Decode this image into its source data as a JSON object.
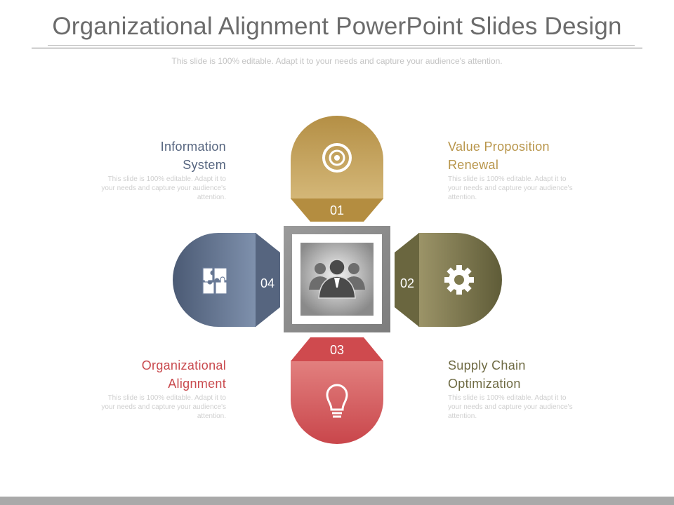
{
  "title": "Organizational Alignment PowerPoint Slides Design",
  "subtitle": "This slide is 100% editable. Adapt it to your needs and capture your audience's attention.",
  "items": [
    {
      "number": "01",
      "heading_line1": "Value Proposition",
      "heading_line2": "Renewal",
      "body": "This slide is 100% editable. Adapt it to your needs and capture your audience's attention.",
      "color": "#b8954a",
      "icon": "target-icon"
    },
    {
      "number": "02",
      "heading_line1": "Supply Chain",
      "heading_line2": "Optimization",
      "body": "This slide is 100% editable. Adapt it to your needs and capture your audience's attention.",
      "color": "#6f6b44",
      "icon": "gear-icon"
    },
    {
      "number": "03",
      "heading_line1": "Organizational",
      "heading_line2": "Alignment",
      "body": "This slide is 100% editable. Adapt it to your needs and capture your audience's attention.",
      "color": "#c94a4e",
      "icon": "lightbulb-icon"
    },
    {
      "number": "04",
      "heading_line1": "Information",
      "heading_line2": "System",
      "body": "This slide is 100% editable. Adapt it to your needs and capture your audience's attention.",
      "color": "#56657f",
      "icon": "puzzle-icon"
    }
  ],
  "center_icon": "team-icon"
}
